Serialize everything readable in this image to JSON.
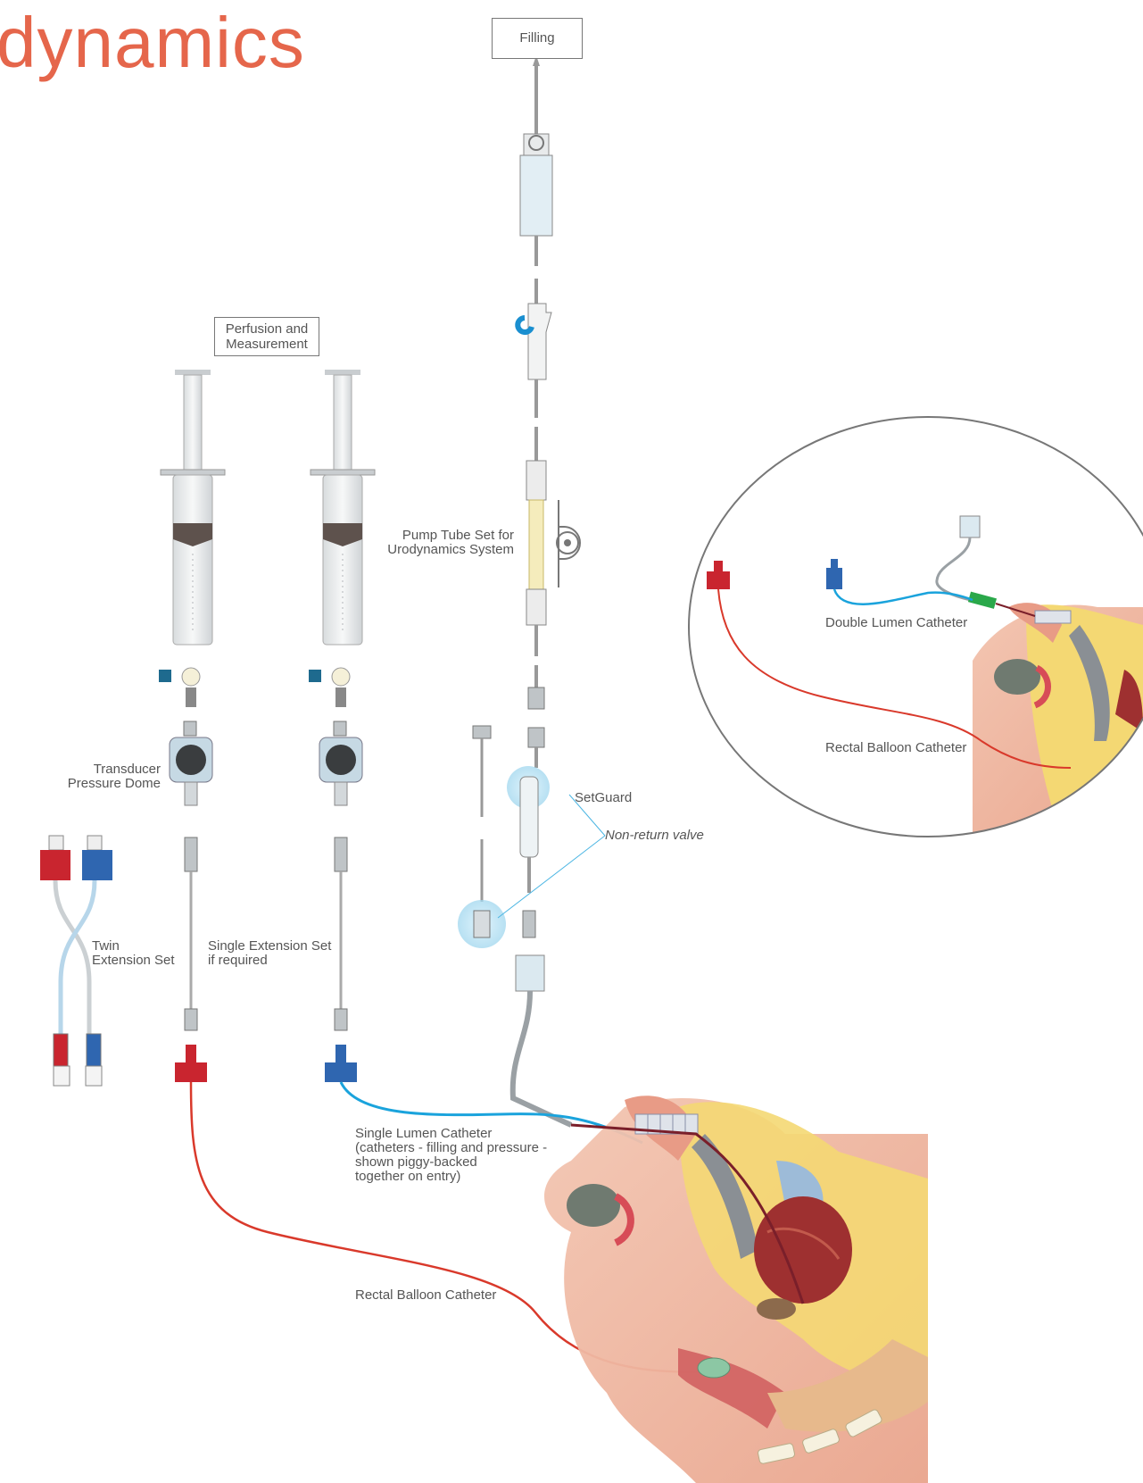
{
  "title": "dynamics",
  "labels": {
    "filling": "Filling",
    "perfusion": "Perfusion and\nMeasurement",
    "pump_tube": "Pump Tube Set for\nUrodynamics System",
    "transducer": "Transducer\nPressure Dome",
    "setguard": "SetGuard",
    "non_return": "Non-return valve",
    "twin_ext": "Twin\nExtension Set",
    "single_ext": "Single Extension Set\nif required",
    "double_lumen": "Double Lumen Catheter",
    "rectal_inset": "Rectal Balloon Catheter",
    "single_lumen": "Single Lumen Catheter\n(catheters - filling and pressure -\nshown piggy-backed\ntogether on entry)",
    "rectal_main": "Rectal Balloon Catheter"
  },
  "colors": {
    "title": "#e5664b",
    "red_catheter": "#d9392b",
    "blue_catheter": "#1aa3dc",
    "connector_red": "#c9252f",
    "connector_blue": "#2f66b0",
    "valve_highlight": "#9fd6ee"
  }
}
